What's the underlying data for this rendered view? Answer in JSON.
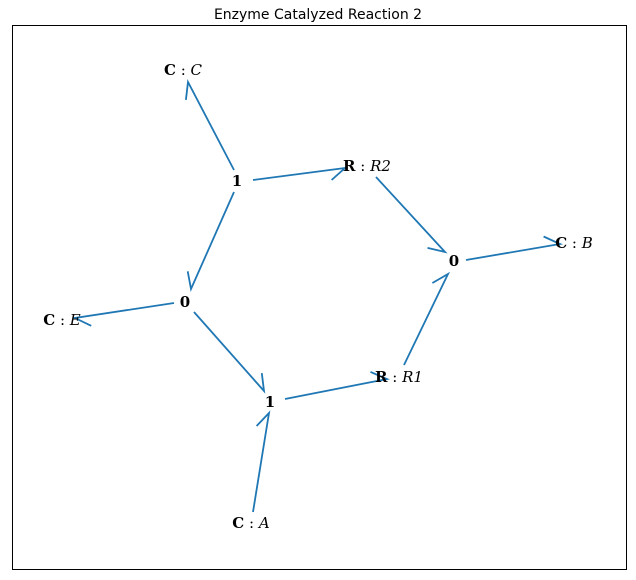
{
  "title": "Enzyme Catalyzed Reaction 2",
  "colors": {
    "bond": "#1f77b4",
    "frame": "#000000",
    "background": "#ffffff"
  },
  "nodes": {
    "c_c": {
      "type": "C",
      "sep": " : ",
      "name": "C"
    },
    "one_top": {
      "type": "1"
    },
    "r_r2": {
      "type": "R",
      "sep": " : ",
      "name": "R2"
    },
    "zero_right": {
      "type": "0"
    },
    "c_b": {
      "type": "C",
      "sep": " : ",
      "name": "B"
    },
    "zero_left": {
      "type": "0"
    },
    "c_e": {
      "type": "C",
      "sep": " : ",
      "name": "E"
    },
    "r_r1": {
      "type": "R",
      "sep": " : ",
      "name": "R1"
    },
    "one_bottom": {
      "type": "1"
    },
    "c_a": {
      "type": "C",
      "sep": " : ",
      "name": "A"
    }
  },
  "bonds": [
    {
      "from": "one_top",
      "to": "c_c"
    },
    {
      "from": "one_top",
      "to": "r_r2"
    },
    {
      "from": "r_r2",
      "to": "zero_right"
    },
    {
      "from": "zero_right",
      "to": "c_b"
    },
    {
      "from": "one_top",
      "to": "zero_left"
    },
    {
      "from": "zero_left",
      "to": "c_e"
    },
    {
      "from": "zero_left",
      "to": "one_bottom"
    },
    {
      "from": "one_bottom",
      "to": "r_r1"
    },
    {
      "from": "r_r1",
      "to": "zero_right"
    },
    {
      "from": "c_a",
      "to": "one_bottom"
    }
  ]
}
